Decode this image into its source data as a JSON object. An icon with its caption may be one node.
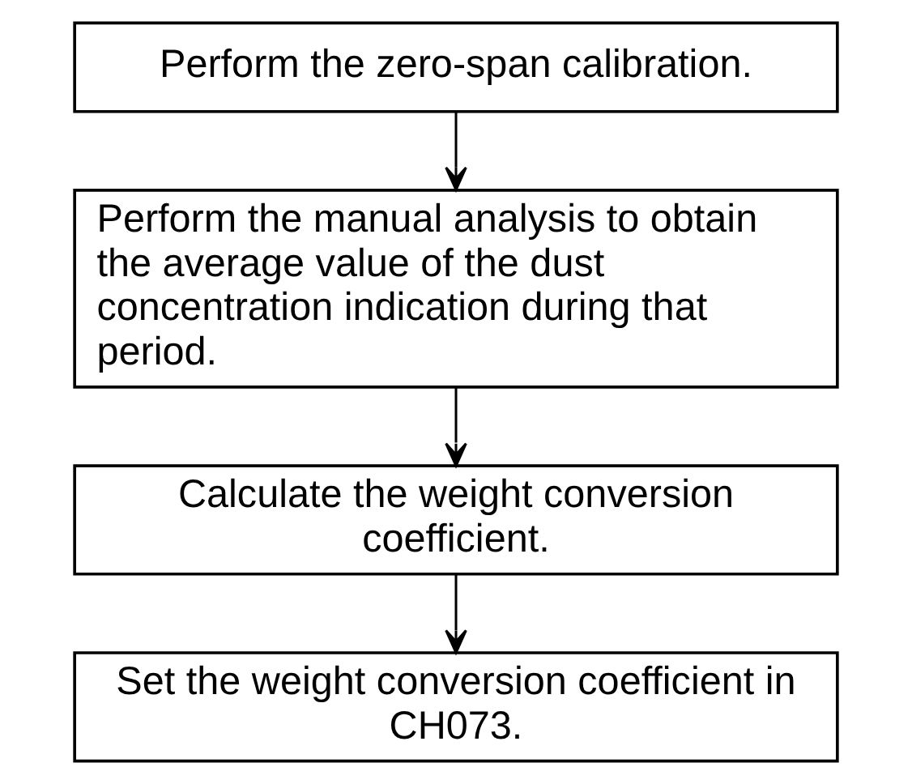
{
  "diagram": {
    "nodes": [
      {
        "text": [
          "Perform the zero-span calibration."
        ]
      },
      {
        "text": [
          "Perform the manual analysis to obtain the average value of the dust concentration indication during that period."
        ]
      },
      {
        "text": [
          "Calculate the weight conversion coefficient."
        ]
      },
      {
        "text": [
          "Set the weight conversion coefficient in CH073."
        ]
      }
    ],
    "edges": [
      {
        "from": 0,
        "to": 1,
        "arrow": "to"
      },
      {
        "from": 1,
        "to": 2,
        "arrow": "to"
      },
      {
        "from": 2,
        "to": 3,
        "arrow": "to"
      }
    ]
  }
}
